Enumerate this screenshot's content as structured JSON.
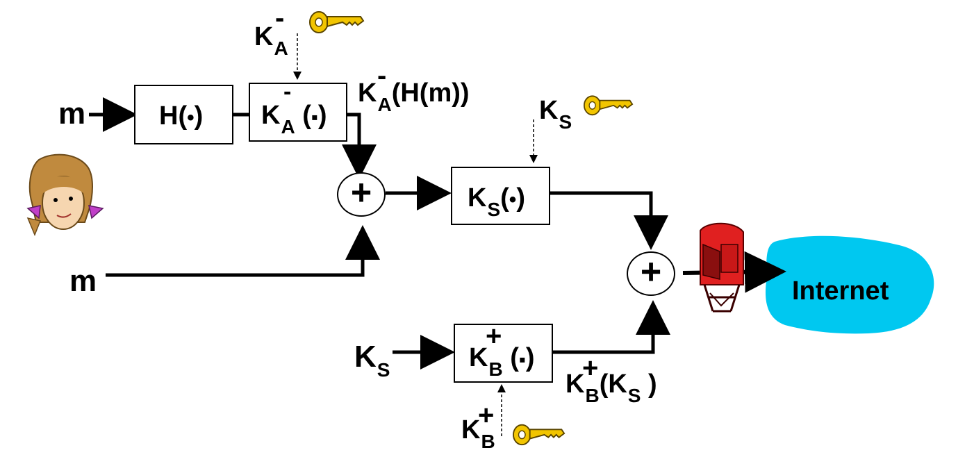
{
  "labels": {
    "m_top": "m",
    "m_bottom": "m",
    "key_a_private": {
      "base": "K",
      "sub": "A",
      "sup": "-"
    },
    "signed_hash": {
      "base": "K",
      "sub": "A",
      "sup": "-",
      "rest": "(H(m))"
    },
    "key_s_top": {
      "base": "K",
      "sub": "S"
    },
    "key_s_left": {
      "base": "K",
      "sub": "S"
    },
    "key_b_public_bottom": {
      "base": "K",
      "sub": "B",
      "sup": "+"
    },
    "encrypted_key": {
      "base": "K",
      "sub": "B",
      "sup": "+",
      "open": "(K",
      "inner_sub": "S",
      "close": " )"
    }
  },
  "boxes": {
    "hash": {
      "text": "H(",
      "dot": "•",
      "close": ")"
    },
    "sign": {
      "base": "K",
      "sub": "A",
      "sup": "-",
      "open": "(",
      "dot": "▪",
      "close": ")"
    },
    "sym_encrypt": {
      "base": "K",
      "sub": "S",
      "open": "(",
      "dot": "•",
      "close": ")"
    },
    "pub_encrypt": {
      "base": "K",
      "sub": "B",
      "sup": "+",
      "open": "(",
      "dot": "▪",
      "close": ")"
    }
  },
  "combiners": {
    "first": "+",
    "second": "+"
  },
  "cloud": {
    "label": "Internet"
  },
  "colors": {
    "cloud": "#00c8f0",
    "key": "#f2c500",
    "mailbox": "#e02020",
    "hair": "#c08a3e"
  },
  "icons": [
    "key-icon",
    "key-icon",
    "key-icon",
    "alice-icon",
    "mailbox-icon",
    "internet-cloud-icon"
  ]
}
